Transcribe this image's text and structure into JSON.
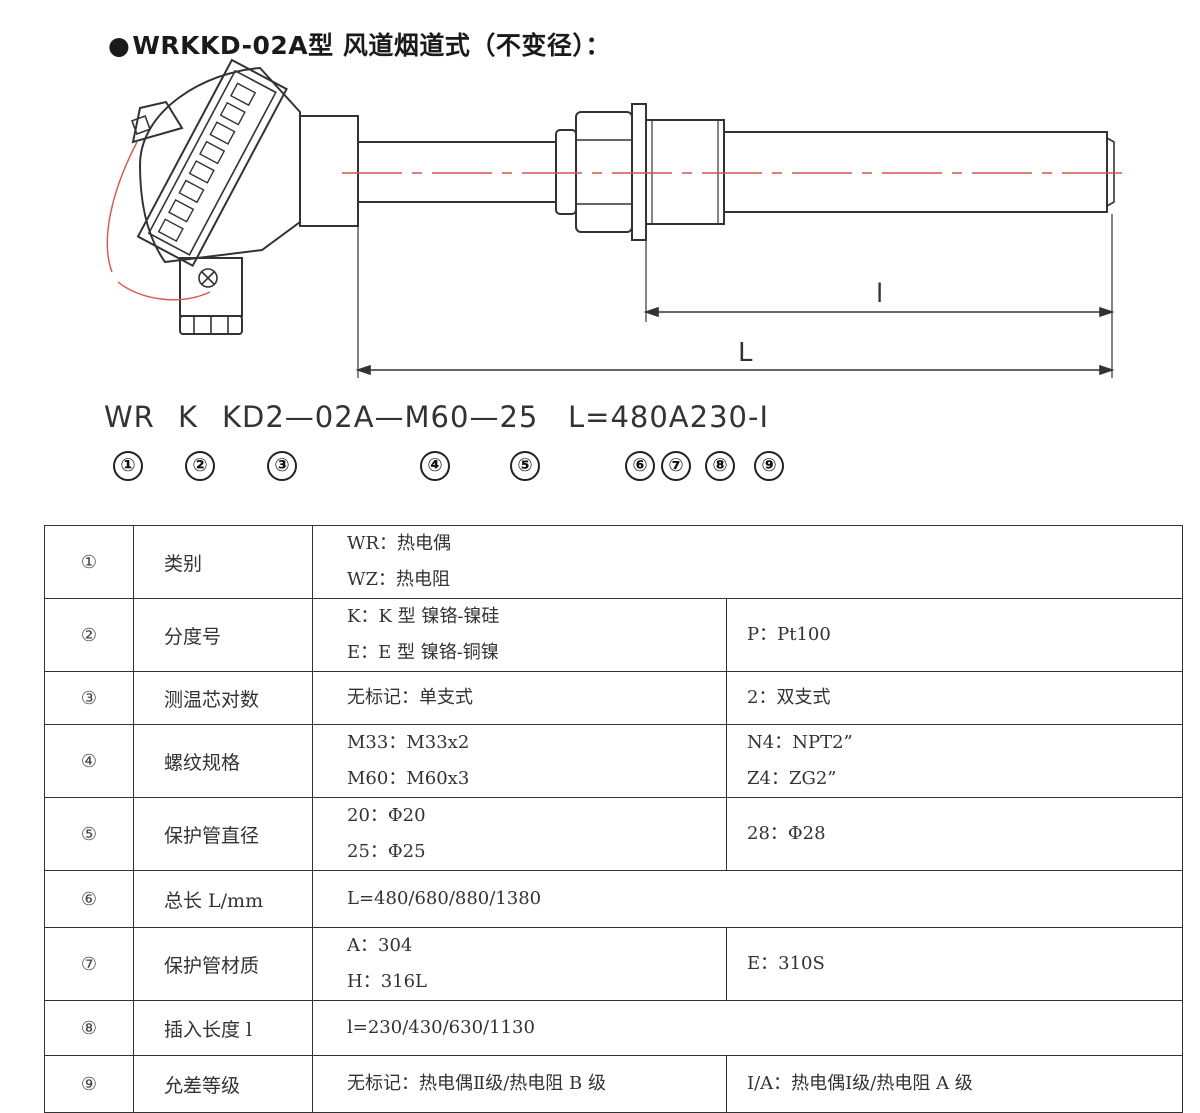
{
  "title": "WRKKD-02A型 风道烟道式（不变径）：",
  "bullet": "●",
  "dimensions": {
    "small_l": "l",
    "big_L": "L"
  },
  "model_code": {
    "parts": [
      "WR",
      "K",
      "KD2—02A—M60—25",
      "L=480A230-Ⅰ"
    ],
    "markers": [
      "①",
      "②",
      "③",
      "④",
      "⑤",
      "⑥",
      "⑦",
      "⑧",
      "⑨"
    ]
  },
  "table": {
    "rows": [
      {
        "index": "①",
        "category": "类别",
        "values": [
          "WR：热电偶",
          "WZ：热电阻"
        ],
        "values2": []
      },
      {
        "index": "②",
        "category": "分度号",
        "values": [
          "K：K 型 镍铬-镍硅",
          "E：E 型 镍铬-铜镍"
        ],
        "values2": [
          "P：Pt100"
        ]
      },
      {
        "index": "③",
        "category": "测温芯对数",
        "values": [
          "无标记：单支式"
        ],
        "values2": [
          "2：双支式"
        ]
      },
      {
        "index": "④",
        "category": "螺纹规格",
        "values": [
          "M33：M33x2",
          "M60：M60x3"
        ],
        "values2": [
          "N4：NPT2”",
          "Z4：ZG2”"
        ]
      },
      {
        "index": "⑤",
        "category": "保护管直径",
        "values": [
          "20：Φ20",
          "25：Φ25"
        ],
        "values2": [
          "28：Φ28"
        ]
      },
      {
        "index": "⑥",
        "category": "总长 L/mm",
        "values": [
          "L=480/680/880/1380"
        ],
        "values2": []
      },
      {
        "index": "⑦",
        "category": "保护管材质",
        "values": [
          "A：304",
          "H：316L"
        ],
        "values2": [
          "E：310S"
        ]
      },
      {
        "index": "⑧",
        "category": "插入长度 l",
        "values": [
          "l=230/430/630/1130"
        ],
        "values2": []
      },
      {
        "index": "⑨",
        "category": "允差等级",
        "values": [
          "无标记：热电偶Ⅱ级/热电阻 B 级"
        ],
        "values2": [
          "Ⅰ/A：热电偶Ⅰ级/热电阻 A 级"
        ]
      }
    ]
  },
  "colors": {
    "line": "#333333",
    "accent": "#d9534f"
  }
}
